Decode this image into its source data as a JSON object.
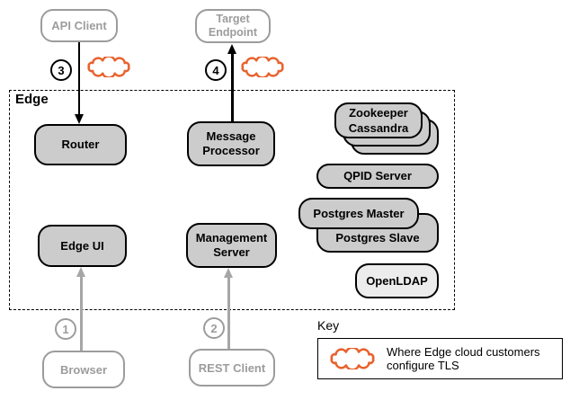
{
  "edge_zone": {
    "label": "Edge"
  },
  "external": {
    "api_client": "API Client",
    "target_endpoint": "Target Endpoint",
    "browser": "Browser",
    "rest_client": "REST Client"
  },
  "components": {
    "router": "Router",
    "message_processor": "Message Processor",
    "edge_ui": "Edge UI",
    "management_server": "Management Server",
    "zookeeper": "Zookeeper",
    "cassandra": "Cassandra",
    "qpid_server": "QPID Server",
    "postgres_master": "Postgres Master",
    "postgres_slave": "Postgres Slave",
    "openldap": "OpenLDAP"
  },
  "step_badges": {
    "step1": "1",
    "step2": "2",
    "step3": "3",
    "step4": "4"
  },
  "key": {
    "title": "Key",
    "cloud_label": "Where Edge cloud customers configure TLS"
  },
  "colors": {
    "tls_cloud": "#E8622D",
    "component_fill": "#CCCCCC",
    "openldap_fill": "#ECECEC",
    "client_gray": "#9C9C9C"
  }
}
